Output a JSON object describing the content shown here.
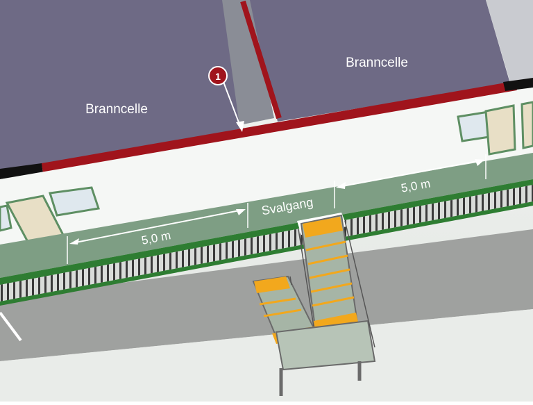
{
  "labels": {
    "cell_left": "Branncelle",
    "cell_right": "Branncelle",
    "marker_number": "1",
    "walkway": "Svalgang",
    "dim_left": "5,0 m",
    "dim_right": "5,0 m"
  },
  "colors": {
    "roof": "#6e6a85",
    "roof_dark": "#5f5b75",
    "fire_wall": "#a0141c",
    "facade": "#f5f7f5",
    "walkway_deck": "#7e9e84",
    "walkway_edge": "#2e7d32",
    "stair_tread": "#f2a81d",
    "ground": "#e4e7e4",
    "marker": "#a0141c"
  }
}
